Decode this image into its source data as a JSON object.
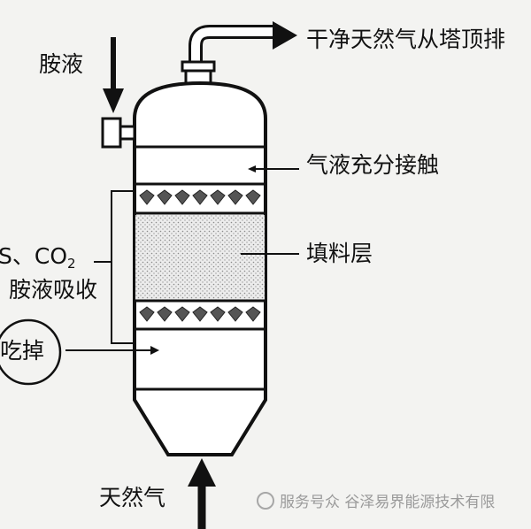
{
  "labels": {
    "amine_in": "胺液",
    "clean_gas_out": "干净天然气从塔顶排",
    "gas_liquid_contact": "气液充分接触",
    "packing_layer": "填料层",
    "h2s_co2_prefix": "S、CO",
    "h2s_co2_sub": "2",
    "amine_absorb": "胺液吸收",
    "eaten": "吃掉",
    "natural_gas_in": "天然气"
  },
  "watermark": {
    "text": "服务号众  谷泽易界能源技术有限"
  },
  "icons": [
    "down-arrow-icon",
    "up-arrow-icon",
    "right-arrow-icon",
    "diamond-packing-icon"
  ],
  "colors": {
    "line": "#111111",
    "background": "#f3f3f1",
    "vessel_fill": "#ffffff",
    "packing_dots": "#8a8a8a",
    "diamond": "#555555"
  }
}
